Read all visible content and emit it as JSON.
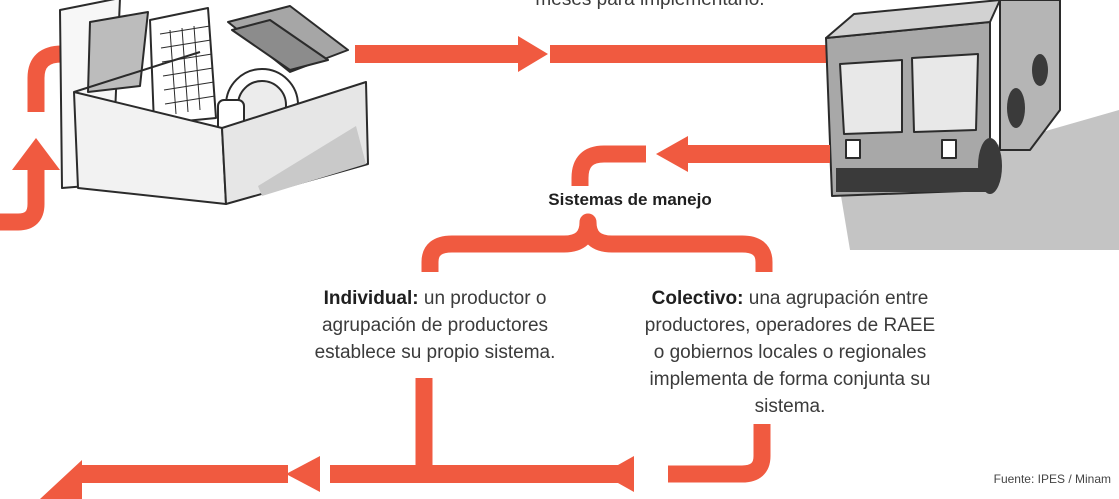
{
  "top_note": "meses para implementario.",
  "heading": "Sistemas de manejo",
  "individual": {
    "label": "Individual:",
    "text": " un productor o agrupación de productores establece su propio sistema."
  },
  "colectivo": {
    "label": "Colectivo:",
    "text": " una agrupación entre productores, operadores de RAEE o gobiernos locales o regionales implementa de forma conjunta su sistema."
  },
  "source": "Fuente: IPES / Minam",
  "colors": {
    "arrow": "#f05a40",
    "line_art": "#2b2b2b",
    "box_fill": "#f2f2f2",
    "truck_gray": "#a8a8a8",
    "shadow": "#c9c9c9"
  },
  "icons": [
    "e-waste-box-icon",
    "truck-icon"
  ]
}
